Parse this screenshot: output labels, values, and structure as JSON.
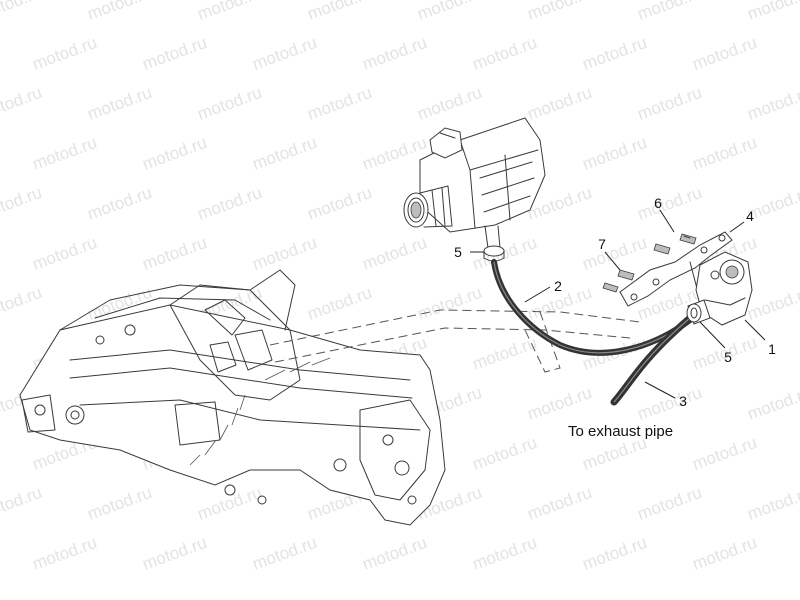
{
  "watermark": {
    "text": "motod.ru"
  },
  "callouts": [
    {
      "id": "1",
      "label": "1"
    },
    {
      "id": "2",
      "label": "2"
    },
    {
      "id": "3",
      "label": "3"
    },
    {
      "id": "4",
      "label": "4"
    },
    {
      "id": "5a",
      "label": "5"
    },
    {
      "id": "5b",
      "label": "5"
    },
    {
      "id": "6",
      "label": "6"
    },
    {
      "id": "7",
      "label": "7"
    }
  ],
  "caption": {
    "text": "To exhaust pipe"
  },
  "colors": {
    "hose": "#333333",
    "outline": "#3a3a3a",
    "watermark": "#e3e3e3"
  }
}
